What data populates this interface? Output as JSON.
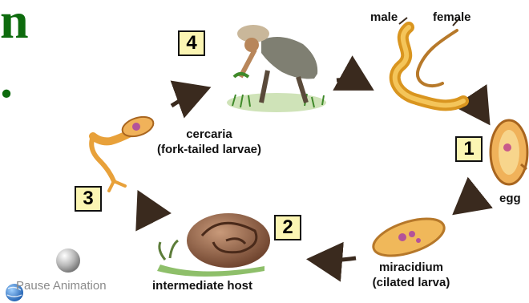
{
  "page": {
    "title_fragment": "n",
    "title_fragment_2": "."
  },
  "steps": [
    "1",
    "2",
    "3",
    "4"
  ],
  "labels": {
    "male": "male",
    "female": "female",
    "egg": "egg",
    "miracidium": "miracidium",
    "miracidium_note": "(cilated larva)",
    "intermediate_host": "intermediate host",
    "cercaria": "cercaria",
    "cercaria_note": "(fork-tailed larvae)"
  },
  "controls": {
    "pause_label": "Pause Animation"
  },
  "icons": {
    "pause": "sphere-icon",
    "globe": "globe-icon"
  },
  "colors": {
    "title": "#0d6b0d",
    "step_box": "#fbf5b3",
    "arrow": "#3a2a1e"
  }
}
